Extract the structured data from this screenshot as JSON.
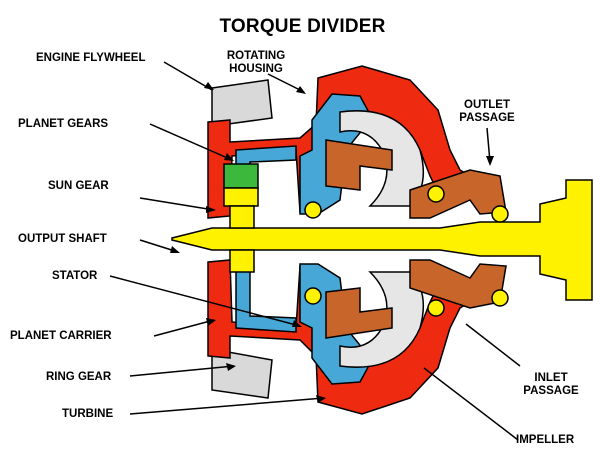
{
  "title": "TORQUE DIVIDER",
  "labels": {
    "engine_flywheel": "ENGINE FLYWHEEL",
    "rotating_housing_1": "ROTATING",
    "rotating_housing_2": "HOUSING",
    "planet_gears": "PLANET GEARS",
    "sun_gear": "SUN GEAR",
    "output_shaft": "OUTPUT SHAFT",
    "stator": "STATOR",
    "planet_carrier": "PLANET CARRIER",
    "ring_gear": "RING GEAR",
    "turbine": "TURBINE",
    "outlet_passage_1": "OUTLET",
    "outlet_passage_2": "PASSAGE",
    "inlet_passage_1": "INLET",
    "inlet_passage_2": "PASSAGE",
    "impeller": "IMPELLER"
  },
  "colors": {
    "housing": "#ee2a10",
    "turbine": "#47a8d8",
    "shaft": "#fff200",
    "stator": "#c8652a",
    "planet_gears": "#3cb83c",
    "flywheel": "#d9d9d9",
    "outline": "#000000"
  }
}
